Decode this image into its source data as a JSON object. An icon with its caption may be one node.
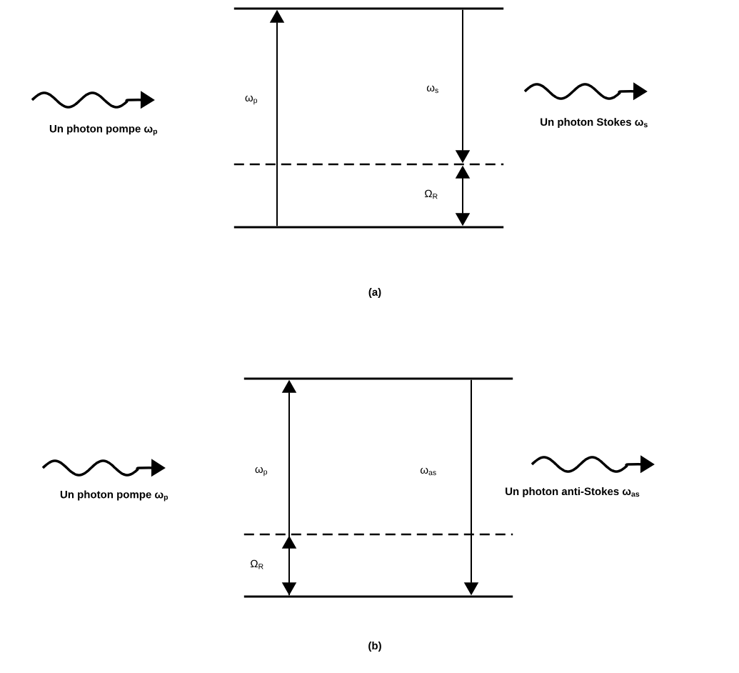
{
  "diagram": {
    "nodes": [
      {
        "text": [],
        "shape": "line"
      },
      {
        "text": [],
        "shape": "line"
      },
      {
        "text": [],
        "shape": "line"
      },
      {
        "text": [],
        "shape": "line"
      },
      {
        "text": [],
        "shape": "line"
      },
      {
        "text": [],
        "shape": "line"
      }
    ],
    "edges": [
      {
        "from": 2,
        "to": 0,
        "arrow": "to",
        "label": "ω$_{p}$"
      },
      {
        "from": 0,
        "to": 1,
        "arrow": "to",
        "label": "ω$_{s}$"
      },
      {
        "from": 1,
        "to": 2,
        "arrow": "both",
        "label": "Ω$_{R}$"
      },
      {
        "from": 5,
        "to": 3,
        "arrow": "to",
        "label": "ω$_{p}$"
      },
      {
        "from": 4,
        "to": 5,
        "arrow": "both",
        "label": "Ω$_{R}$"
      },
      {
        "from": 3,
        "to": 5,
        "arrow": "to",
        "label": "ω$_{as}$"
      }
    ],
    "labels": [
      "Un photon pompe ω$_{p}$",
      "Un photon Stokes ω$_{s}$",
      "(a)",
      "Un photon pompe ω$_{p}$",
      "Un photon anti-Stokes ω$_{as}$",
      "(b)"
    ]
  }
}
